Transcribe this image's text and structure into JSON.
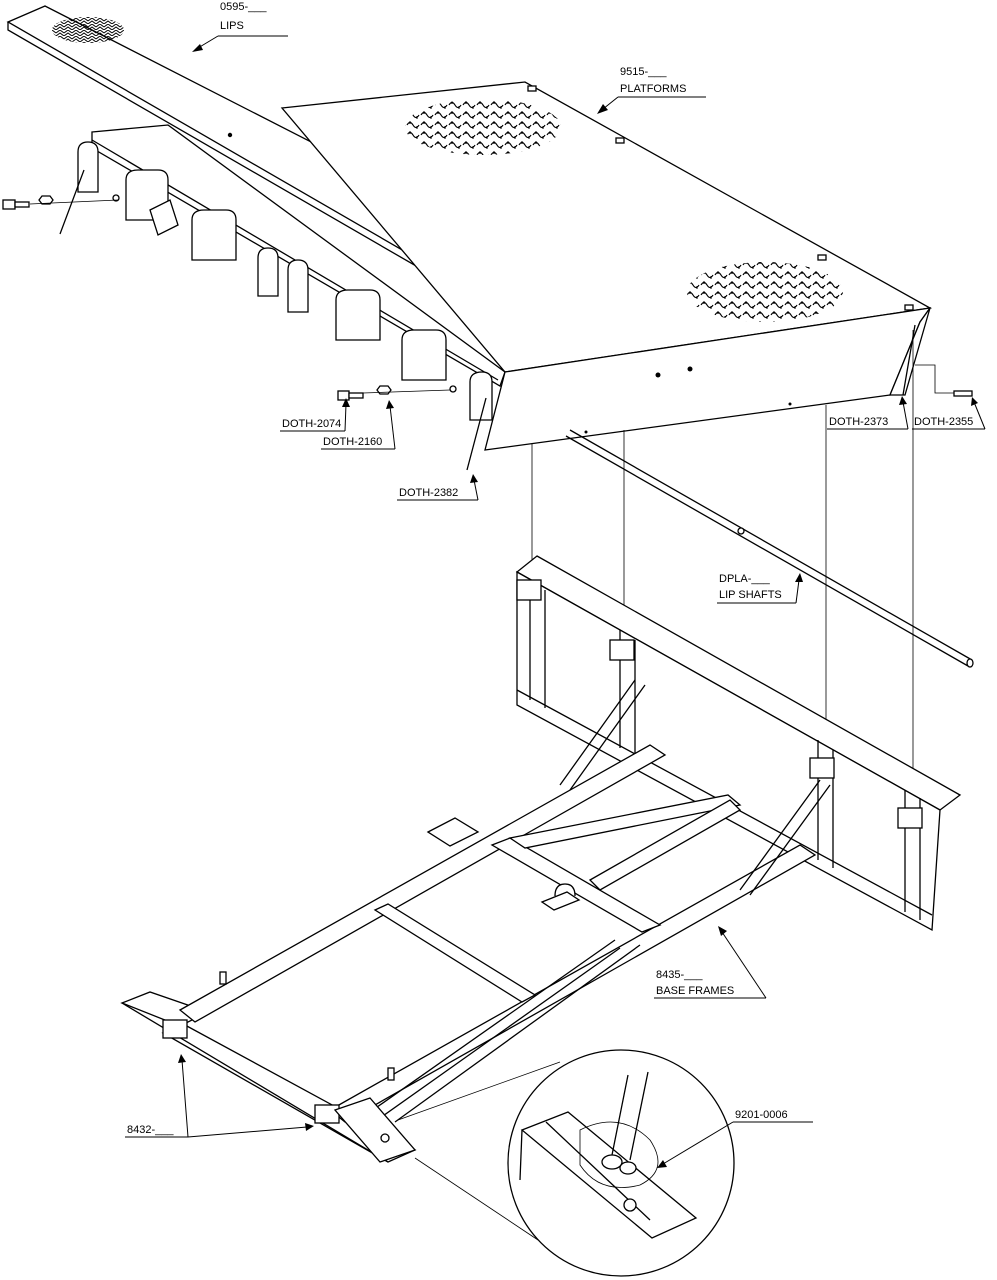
{
  "callouts": {
    "lips": {
      "part": "0595-___",
      "desc": "LIPS"
    },
    "platforms": {
      "part": "9515-___",
      "desc": "PLATFORMS"
    },
    "doth2074": {
      "part": "DOTH-2074"
    },
    "doth2160": {
      "part": "DOTH-2160"
    },
    "doth2382": {
      "part": "DOTH-2382"
    },
    "doth2373": {
      "part": "DOTH-2373"
    },
    "doth2355": {
      "part": "DOTH-2355"
    },
    "lip_shafts": {
      "part": "DPLA-___",
      "desc": "LIP SHAFTS"
    },
    "base_frames": {
      "part": "8435-___",
      "desc": "BASE FRAMES"
    },
    "part_8432": {
      "part": "8432-___"
    },
    "part_9201": {
      "part": "9201-0006"
    }
  }
}
